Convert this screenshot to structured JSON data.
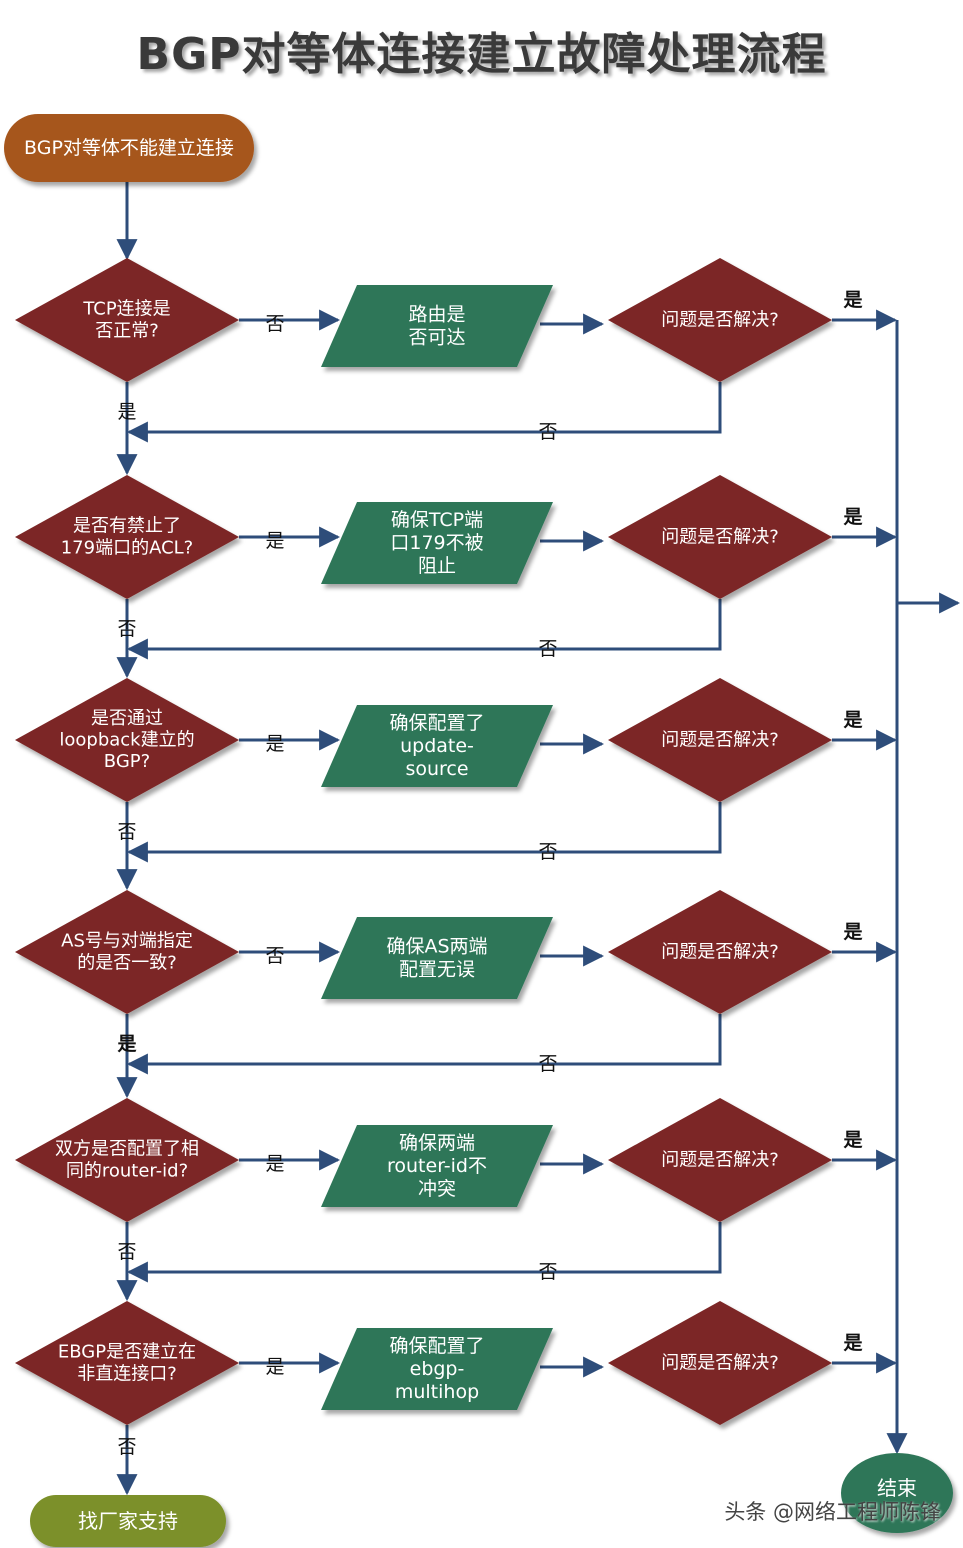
{
  "title": "BGP对等体连接建立故障处理流程",
  "colors": {
    "decision": "#7b2826",
    "action": "#2e7658",
    "start": "#a6561c",
    "end_vendor": "#7c902a",
    "end": "#2e7658",
    "arrow": "#2e4d7a"
  },
  "start": "BGP对等体不能建立连接",
  "steps": [
    {
      "check": [
        "TCP连接是",
        "否正常?"
      ],
      "to_action": "否",
      "action": [
        "路由是",
        "否可达"
      ],
      "resolved": "问题是否解决?",
      "yes": "是",
      "no": "否",
      "continue": "是"
    },
    {
      "check": [
        "是否有禁止了",
        "179端口的ACL?"
      ],
      "to_action": "是",
      "action": [
        "确保TCP端",
        "口179不被",
        "阻止"
      ],
      "resolved": "问题是否解决?",
      "yes": "是",
      "no": "否",
      "continue": "否"
    },
    {
      "check": [
        "是否通过",
        "loopback建立的",
        "BGP?"
      ],
      "to_action": "是",
      "action": [
        "确保配置了",
        "update-",
        "source"
      ],
      "resolved": "问题是否解决?",
      "yes": "是",
      "no": "否",
      "continue": "否"
    },
    {
      "check": [
        "AS号与对端指定",
        "的是否一致?"
      ],
      "to_action": "否",
      "action": [
        "确保AS两端",
        "配置无误"
      ],
      "resolved": "问题是否解决?",
      "yes": "是",
      "no": "否",
      "continue": "是"
    },
    {
      "check": [
        "双方是否配置了相",
        "同的router-id?"
      ],
      "to_action": "是",
      "action": [
        "确保两端",
        "router-id不",
        "冲突"
      ],
      "resolved": "问题是否解决?",
      "yes": "是",
      "no": "否",
      "continue": "否"
    },
    {
      "check": [
        "EBGP是否建立在",
        "非直连接口?"
      ],
      "to_action": "是",
      "action": [
        "确保配置了",
        "ebgp-",
        "multihop"
      ],
      "resolved": "问题是否解决?",
      "yes": "是",
      "no": "",
      "continue": "否"
    }
  ],
  "vendor": "找厂家支持",
  "end": "结束",
  "watermark": "头条 @网络工程师陈锋"
}
